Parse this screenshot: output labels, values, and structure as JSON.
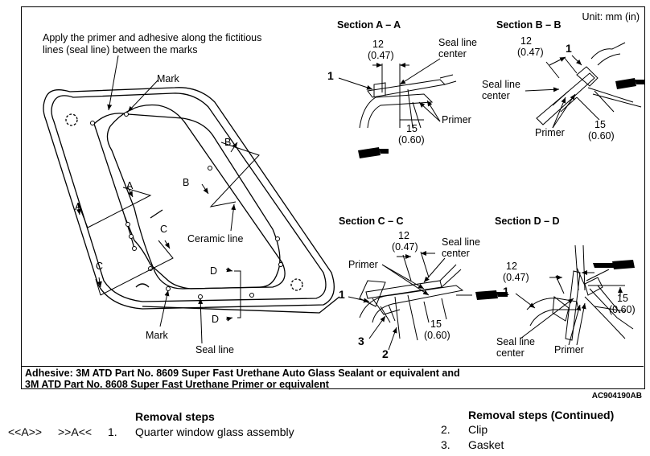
{
  "unit_note": "Unit: mm (in)",
  "callouts": {
    "apply_note_1": "Apply the primer and adhesive along the fictitious",
    "apply_note_2": "lines (seal line) between the marks",
    "mark_top": "Mark",
    "mark_bottom": "Mark",
    "ceramic_line": "Ceramic line",
    "seal_line": "Seal line",
    "letter_a1": "A",
    "letter_a2": "A",
    "letter_b1": "B",
    "letter_b2": "B",
    "letter_c1": "C",
    "letter_c2": "C",
    "letter_d1": "D",
    "letter_d2": "D"
  },
  "sections": {
    "aa": {
      "title": "Section A – A",
      "dim1": "12",
      "dim1_in": "(0.47)",
      "seal1": "Seal line",
      "seal2": "center",
      "primer": "Primer",
      "dim2": "15",
      "dim2_in": "(0.60)",
      "num1": "1"
    },
    "bb": {
      "title": "Section B – B",
      "dim1": "12",
      "dim1_in": "(0.47)",
      "num1": "1",
      "seal1": "Seal line",
      "seal2": "center",
      "primer": "Primer",
      "dim2": "15",
      "dim2_in": "(0.60)"
    },
    "cc": {
      "title": "Section C – C",
      "dim1": "12",
      "dim1_in": "(0.47)",
      "seal1": "Seal line",
      "seal2": "center",
      "primer": "Primer",
      "num1": "1",
      "num3": "3",
      "num2": "2",
      "dim2": "15",
      "dim2_in": "(0.60)"
    },
    "dd": {
      "title": "Section D – D",
      "dim1": "12",
      "dim1_in": "(0.47)",
      "dim2": "15",
      "dim2_in": "(0.60)",
      "num1": "1",
      "seal1": "Seal line",
      "seal2": "center",
      "primer": "Primer"
    }
  },
  "caption": {
    "line1": "Adhesive: 3M ATD Part No. 8609 Super Fast Urethane Auto Glass Sealant or equivalent and",
    "line2": "3M ATD Part No. 8608 Super Fast Urethane Primer or equivalent"
  },
  "figure_id": "AC904190AB",
  "removal": {
    "heading": "Removal steps",
    "marker_left": "<<A>>",
    "marker_right": ">>A<<",
    "step1_num": "1.",
    "step1": "Quarter window glass assembly"
  },
  "removal_cont": {
    "heading": "Removal steps (Continued)",
    "step2_num": "2.",
    "step2": "Clip",
    "step3_num": "3.",
    "step3": "Gasket"
  }
}
